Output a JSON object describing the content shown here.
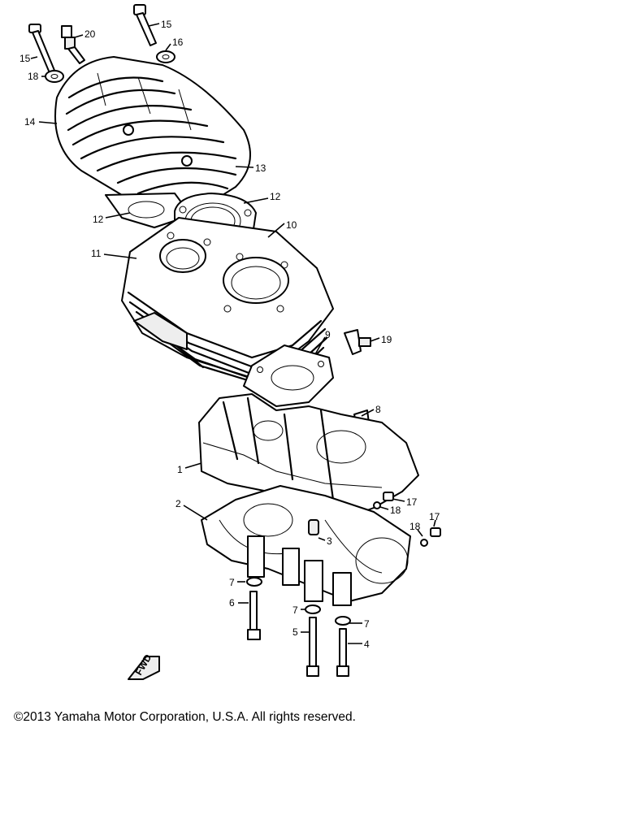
{
  "diagram": {
    "callouts": [
      "20",
      "15",
      "16",
      "18",
      "15",
      "14",
      "13",
      "12",
      "12",
      "10",
      "11",
      "9",
      "19",
      "8",
      "1",
      "2",
      "17",
      "18",
      "3",
      "17",
      "18",
      "7",
      "6",
      "7",
      "7",
      "5",
      "4"
    ],
    "direction_mark": "FWD"
  },
  "footer": {
    "copyright": "©2013 Yamaha Motor Corporation, U.S.A. All rights reserved."
  }
}
